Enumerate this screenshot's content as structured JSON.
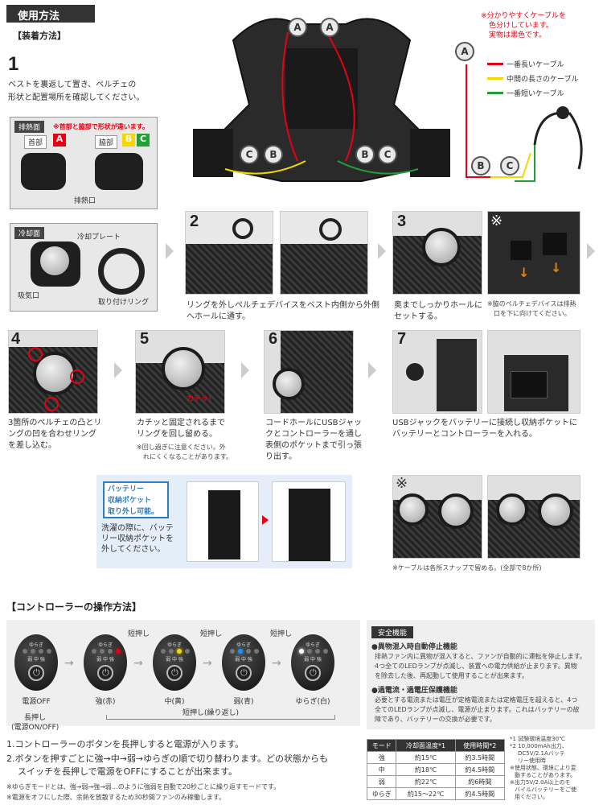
{
  "header": {
    "title": "使用方法",
    "mount": "【装着方法】"
  },
  "step1": {
    "number": "1",
    "text1": "ベストを裏返して置き、ペルチェの",
    "text2": "形状と配置場所を確認してください。"
  },
  "heat": {
    "label": "排熱面",
    "warning": "※首部と脇部で形状が違います。",
    "neck": "首部",
    "side": "脇部",
    "a": "A",
    "b": "B",
    "c": "C",
    "vent": "排熱口"
  },
  "cool": {
    "label": "冷却面",
    "plate": "冷却プレート",
    "intake": "吸気口",
    "ring": "取り付けリング"
  },
  "cable": {
    "note1": "※分かりやすくケーブルを",
    "note2": "色分けしています。",
    "note3": "実物は黒色です。",
    "long": "一番長いケーブル",
    "mid": "中間の長さのケーブル",
    "short": "一番短いケーブル"
  },
  "letters": {
    "a": "A",
    "b": "B",
    "c": "C"
  },
  "step2": {
    "number": "2",
    "text1": "リングを外しペルチェデバイスをベスト内側から外側",
    "text2": "へホールに通す。"
  },
  "step3": {
    "number": "3",
    "text1": "奥までしっかりホールに",
    "text2": "セットする。"
  },
  "stepMark": {
    "mark": "※",
    "text1": "※脇のペルチェデバイスは排熱",
    "text2": "口を下に向けてください。"
  },
  "step4": {
    "number": "4",
    "text1": "3箇所のペルチェの凸とリ",
    "text2": "ングの凹を合わせリング",
    "text3": "を差し込む。"
  },
  "step5": {
    "number": "5",
    "click": "カチッ！",
    "text1": "カチッと固定されるまで",
    "text2": "リングを回し留める。",
    "note1": "※回し過ぎに注意ください。外",
    "note2": "れにくくなることがあります。"
  },
  "step6": {
    "number": "6",
    "text1": "コードホールにUSBジャッ",
    "text2": "クとコントローラーを通し",
    "text3": "表側のポケットまで引っ張",
    "text4": "り出す。"
  },
  "step7": {
    "number": "7",
    "text1": "USBジャックをバッテリーに接続し収納ポケットに",
    "text2": "バッテリーとコントローラーを入れる。"
  },
  "battery": {
    "tag1": "バッテリー",
    "tag2": "収納ポケット",
    "tag3": "取り外し可能。",
    "text1": "洗濯の際に、バッテ",
    "text2": "リー収納ポケットを",
    "text3": "外してください。"
  },
  "snap": {
    "mark": "※",
    "text": "※ケーブルは各所スナップで留める。(全部で8か所)"
  },
  "controller": {
    "title": "【コントローラーの操作方法】",
    "short": "短押し",
    "cycle": "短押し(繰り返し)",
    "longpress1": "長押し",
    "longpress2": "(電源ON/OFF)",
    "face": {
      "yuragi": "ゆらぎ",
      "weak": "弱",
      "mid": "中",
      "strong": "強"
    },
    "states": [
      {
        "label": "電源OFF",
        "color": "#777777"
      },
      {
        "label": "強(赤)",
        "color": "#e60012"
      },
      {
        "label": "中(黄)",
        "color": "#f5d800"
      },
      {
        "label": "弱(青)",
        "color": "#1e90ff"
      },
      {
        "label": "ゆらぎ(白)",
        "color": "#ffffff"
      }
    ]
  },
  "instructions": {
    "line1": "1.コントローラーのボタンを長押しすると電源が入ります。",
    "line2": "2.ボタンを押すごとに強→中→弱→ゆらぎの順で切り替わります。どの状態からも",
    "line3": "スイッチを長押しで電源をOFFにすることが出来ます。",
    "note1": "※ゆらぎモードとは、強→弱→強→弱…のように強弱を自動で20秒ごとに繰り返すモードです。",
    "note2": "※電源をオフにした際、余熱を放散するため30秒間ファンのみ稼働します。"
  },
  "safety": {
    "title": "安全機能",
    "h1": "●異物混入時自動停止機能",
    "p1a": "排熱ファン内に異物が混入すると、ファンが自動的に運転を停止します。",
    "p1b": "4つ全てのLEDランプが点滅し、装置への電力供給が止まります。異物",
    "p1c": "を除去した後、再起動して使用することが出来ます。",
    "h2": "●過電流・過電圧保護機能",
    "p2a": "必要とする電流または電圧が定格電流または定格電圧を超えると、4つ",
    "p2b": "全てのLEDランプが点滅し、電源が止まります。これはバッテリーの故",
    "p2c": "障であり、バッテリーの交換が必要です。"
  },
  "table": {
    "headers": [
      "モード",
      "冷却面温度*1",
      "使用時間*2"
    ],
    "rows": [
      [
        "強",
        "約15℃",
        "約3.5時間"
      ],
      [
        "中",
        "約18℃",
        "約4.5時間"
      ],
      [
        "弱",
        "約22℃",
        "約6時間"
      ],
      [
        "ゆらぎ",
        "約15〜22℃",
        "約4.5時間"
      ]
    ]
  },
  "footnotes": {
    "f1": "*1 試験環境温度30℃",
    "f2a": "*2 10,000mAh出力、",
    "f2b": "DC5V/2.1Aバッテ",
    "f2c": "リー使用時",
    "f3a": "※使用状態、環境により変",
    "f3b": "動することがあります。",
    "f4a": "※出力5V/2.0A以上のモ",
    "f4b": "バイルバッテリーをご使",
    "f4c": "用ください。"
  }
}
